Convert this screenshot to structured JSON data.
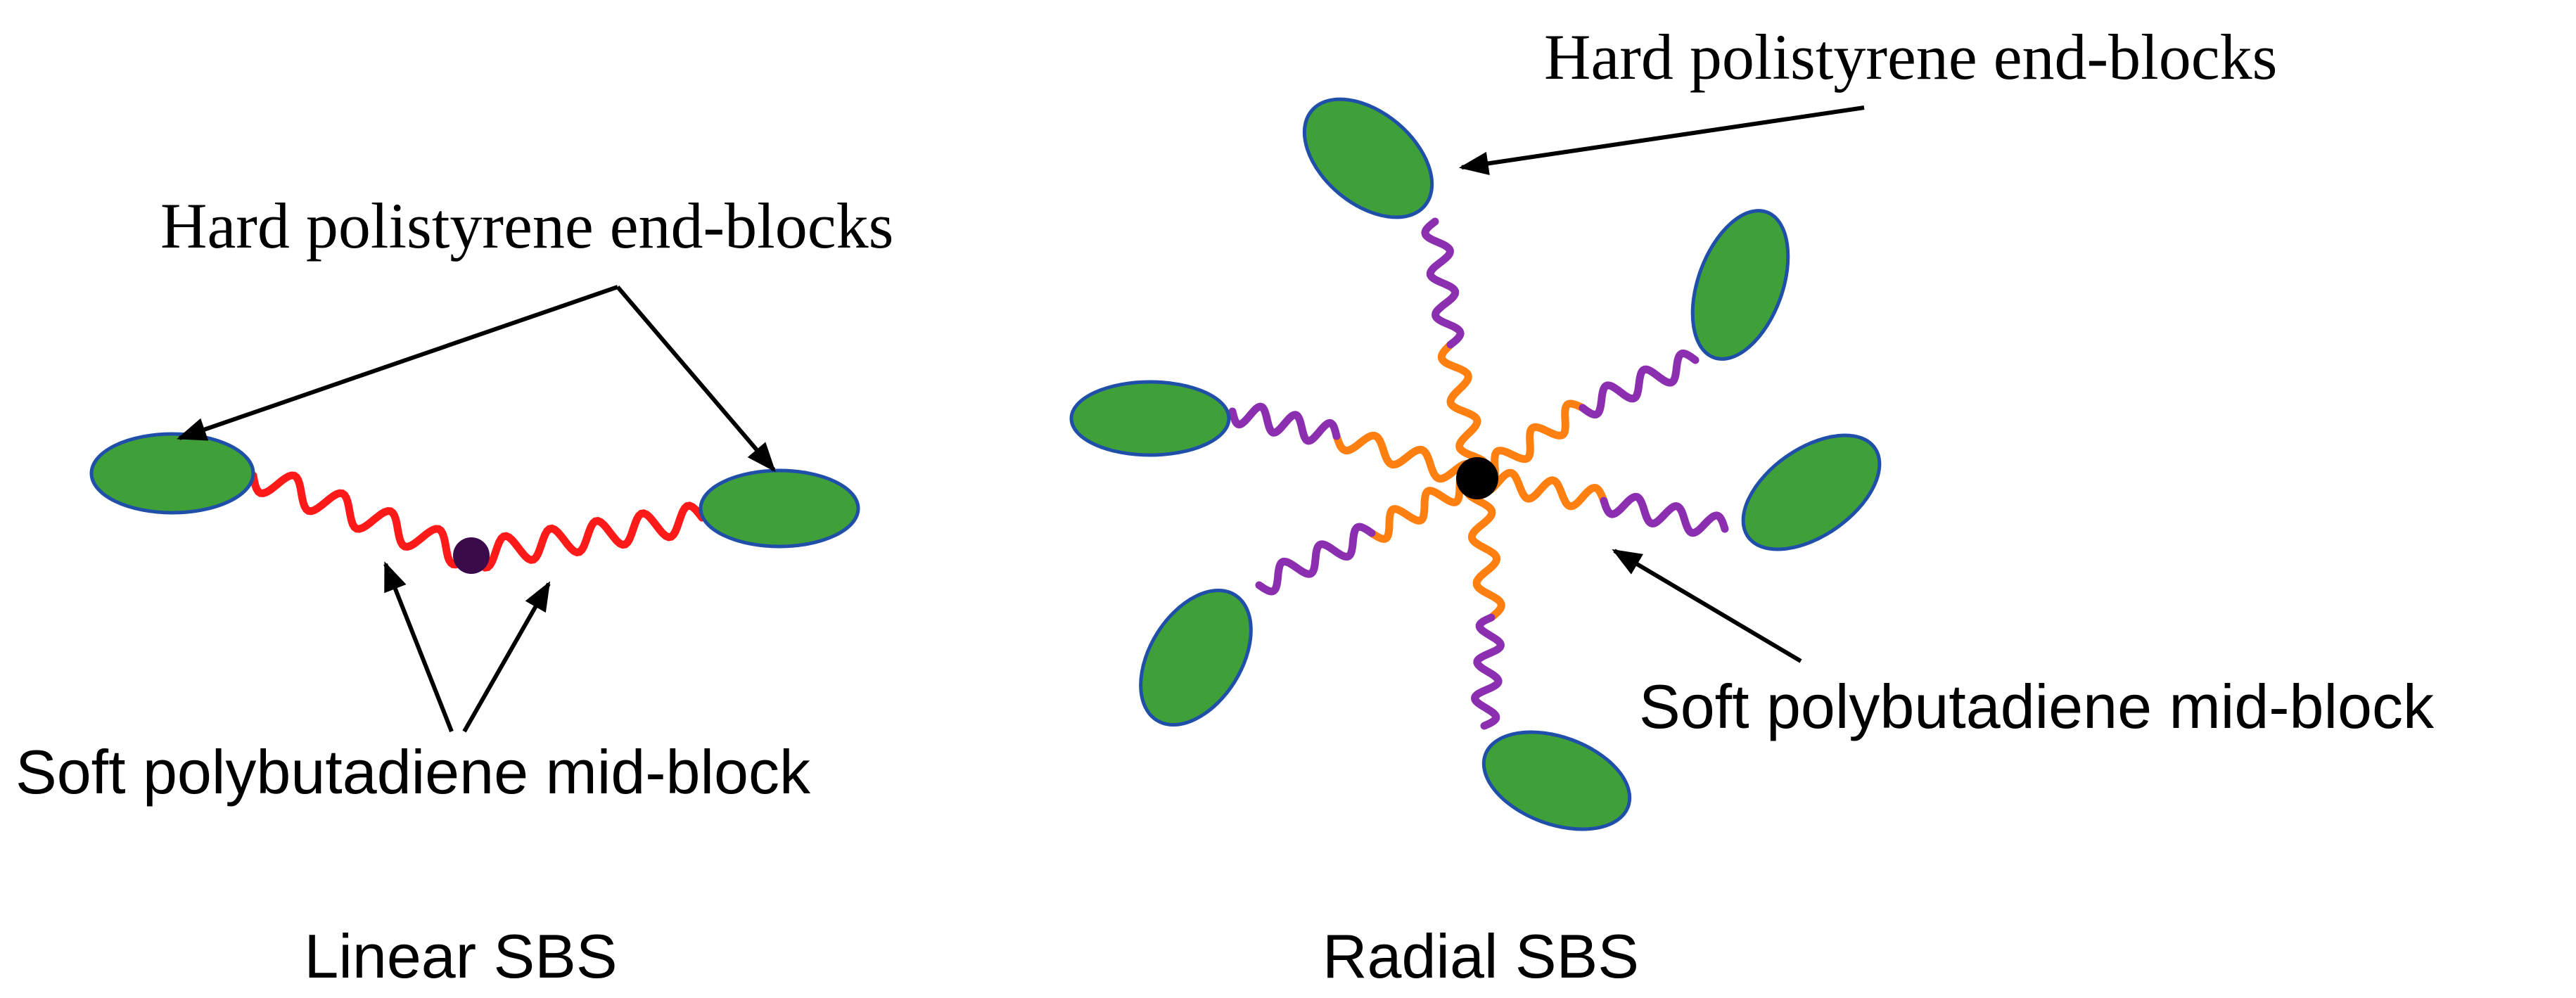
{
  "colors": {
    "end_block_fill": "#3fa03a",
    "end_block_stroke": "#1f4fa8",
    "linear_chain": "#ff1a1a",
    "radial_inner_chain": "#ff7f10",
    "radial_outer_chain": "#8b2fb0",
    "linear_core": "#3a0a4a",
    "radial_core": "#000000",
    "arrow": "#000000"
  },
  "linear": {
    "hard_label": "Hard polistyrene end-blocks",
    "soft_label": "Soft polybutadiene mid-block",
    "caption": "Linear SBS"
  },
  "radial": {
    "hard_label": "Hard polistyrene end-blocks",
    "soft_label": "Soft polybutadiene mid-block",
    "caption": "Radial SBS"
  }
}
